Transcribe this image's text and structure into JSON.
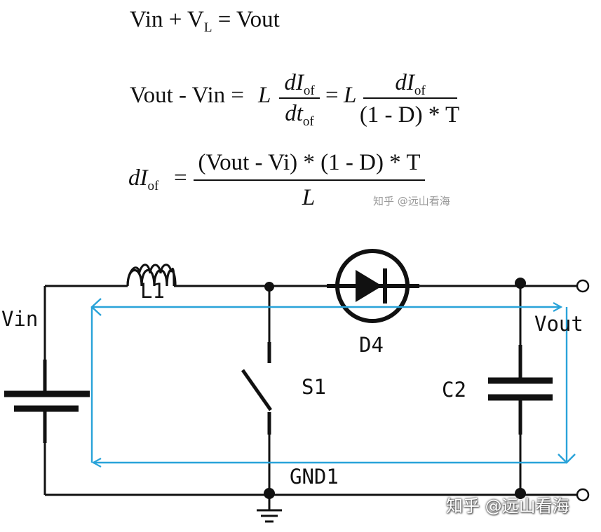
{
  "equations": {
    "eq1": {
      "lhs_a": "Vin + V",
      "lhs_sub": "L",
      "rhs": " = Vout"
    },
    "eq2": {
      "lhs": "Vout - Vin = ",
      "L1": "L",
      "f1_num_d": "dI",
      "f1_num_sub": "of",
      "f1_den_d": "dt",
      "f1_den_sub": "of",
      "eq": "=",
      "L2": "L",
      "f2_num_d": "dI",
      "f2_num_sub": "of",
      "f2_den": "(1 - D) * T"
    },
    "eq3": {
      "lhs_d": "dI",
      "lhs_sub": "of",
      "eq": "=",
      "num": "(Vout - Vi) * (1 - D) * T",
      "den": "L"
    }
  },
  "watermark_top": "知乎 @远山看海",
  "watermark_bottom": "知乎 @远山看海",
  "circuit": {
    "labels": {
      "vin": "Vin",
      "inductor": "L1",
      "diode": "D4",
      "vout": "Vout",
      "switch": "S1",
      "capacitor": "C2",
      "ground": "GND1"
    },
    "colors": {
      "wire": "#111111",
      "loop_arrow": "#29a3d9"
    }
  }
}
